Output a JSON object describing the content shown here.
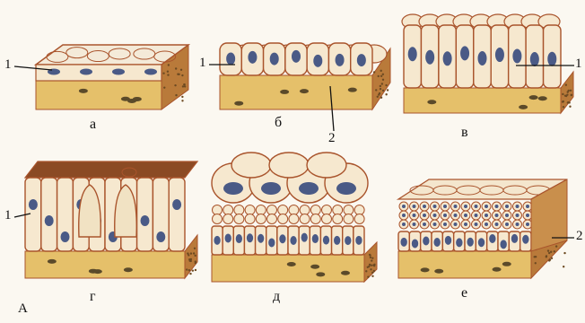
{
  "figure": {
    "corner_label": "А",
    "panels": [
      {
        "id": "a",
        "letter": "а",
        "kind": "flat"
      },
      {
        "id": "b",
        "letter": "б",
        "kind": "cuboidal"
      },
      {
        "id": "v",
        "letter": "в",
        "kind": "columnar"
      },
      {
        "id": "g",
        "letter": "г",
        "kind": "pseudostratified"
      },
      {
        "id": "d",
        "letter": "д",
        "kind": "transitional"
      },
      {
        "id": "e",
        "letter": "е",
        "kind": "stratified"
      }
    ],
    "callouts": [
      "1",
      "1",
      "2",
      "1",
      "1",
      "2"
    ]
  },
  "colors": {
    "cell_fill": "#f6e8cf",
    "cell_border": "#a9542c",
    "nucleus": "#4a5a86",
    "tissue": "#e5c06a",
    "tissue_side": "#b97a3a",
    "dots": "#6d4a22",
    "apical_dark": "#8b4a24"
  }
}
